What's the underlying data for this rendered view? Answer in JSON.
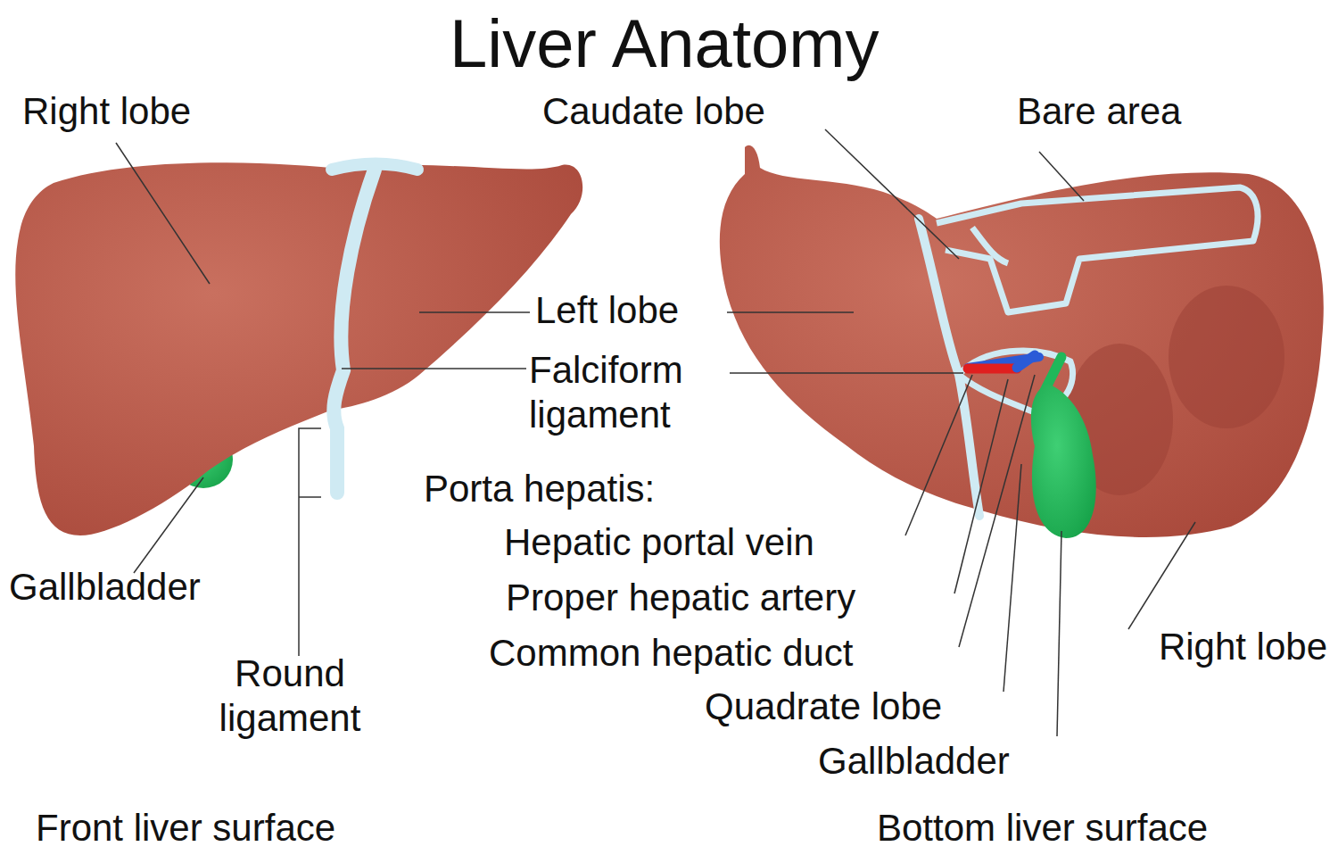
{
  "diagram": {
    "title": "Liver Anatomy",
    "labels": [
      "Right lobe",
      "Caudate lobe",
      "Bare area",
      "Left lobe",
      "Falciform ligament",
      "Porta hepatis:",
      "Hepatic portal vein",
      "Proper hepatic artery",
      "Common hepatic duct",
      "Gallbladder",
      "Round ligament",
      "Quadrate lobe",
      "Gallbladder",
      "Right lobe",
      "Front liver surface",
      "Bottom liver surface"
    ]
  }
}
